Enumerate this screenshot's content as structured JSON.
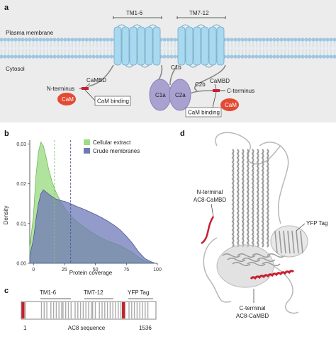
{
  "panel_a": {
    "label": "a",
    "plasma_membrane": "Plasma membrane",
    "cytosol": "Cytosol",
    "tm1_6": "TM1-6",
    "tm7_12": "TM7-12",
    "c1b": "C1b",
    "c1a": "C1a",
    "c2a": "C2a",
    "c2b": "C2b",
    "n_terminus": "N-terminus",
    "c_terminus": "C-terminus",
    "camdb_left": "CaMBD",
    "camdb_right": "CaMBD",
    "cam_left": "CaM",
    "cam_right": "CaM",
    "binding_left": "CaM binding",
    "binding_right": "CaM binding",
    "colors": {
      "membrane": "#9fc6e3",
      "tm": "#a9d9ef",
      "cdomain": "#a9a1d0",
      "cam": "#e34a33",
      "cambd": "#c81e2e",
      "bg": "#ececec"
    }
  },
  "panel_b": {
    "label": "b",
    "xlabel": "Protein coverage",
    "ylabel": "Density",
    "legend": [
      "Cellular extract",
      "Crude membranes"
    ]
  },
  "panel_c": {
    "label": "c",
    "tm1_6": "TM1-6",
    "tm7_12": "TM7-12",
    "yfp": "YFP Tag",
    "start": "1",
    "end": "1536",
    "seq_label": "AC8 sequence"
  },
  "panel_d": {
    "label": "d",
    "n_term_1": "N-terminal",
    "n_term_2": "AC8-CaMBD",
    "c_term_1": "C-terminal",
    "c_term_2": "AC8-CaMBD",
    "yfp": "YFP Tag"
  },
  "chart_data": {
    "type": "area",
    "title": "",
    "xlabel": "Protein coverage",
    "ylabel": "Density",
    "xlim": [
      -3,
      100
    ],
    "ylim": [
      0,
      0.031
    ],
    "xticks": [
      0,
      25,
      50,
      75,
      100
    ],
    "yticks": [
      0.0,
      0.01,
      0.02,
      0.03
    ],
    "legend_position": "top-right",
    "vlines": [
      {
        "x": 17,
        "series": "Cellular extract"
      },
      {
        "x": 30,
        "series": "Crude membranes"
      }
    ],
    "series": [
      {
        "name": "Cellular extract",
        "color": "#9fdc86",
        "x": [
          -3,
          0,
          2,
          4,
          6,
          8,
          10,
          12,
          15,
          18,
          22,
          26,
          30,
          35,
          40,
          45,
          50,
          55,
          60,
          65,
          70,
          75,
          80,
          85,
          90,
          95,
          98
        ],
        "y": [
          0.004,
          0.012,
          0.022,
          0.028,
          0.0305,
          0.0295,
          0.027,
          0.024,
          0.0205,
          0.018,
          0.0155,
          0.0135,
          0.012,
          0.0105,
          0.0093,
          0.0082,
          0.0072,
          0.0063,
          0.0056,
          0.005,
          0.0044,
          0.0036,
          0.0027,
          0.0015,
          0.0006,
          0.0002,
          0.0
        ]
      },
      {
        "name": "Crude membranes",
        "color": "#6f79b8",
        "x": [
          -3,
          0,
          2,
          4,
          6,
          8,
          10,
          14,
          18,
          22,
          26,
          30,
          35,
          40,
          45,
          50,
          55,
          60,
          65,
          70,
          75,
          80,
          85,
          90,
          95,
          98
        ],
        "y": [
          0.002,
          0.006,
          0.011,
          0.015,
          0.0175,
          0.0185,
          0.018,
          0.017,
          0.0162,
          0.0158,
          0.0155,
          0.015,
          0.0143,
          0.0137,
          0.013,
          0.0123,
          0.0115,
          0.0106,
          0.0096,
          0.0084,
          0.0068,
          0.005,
          0.0028,
          0.0012,
          0.0004,
          0.0
        ]
      }
    ]
  }
}
